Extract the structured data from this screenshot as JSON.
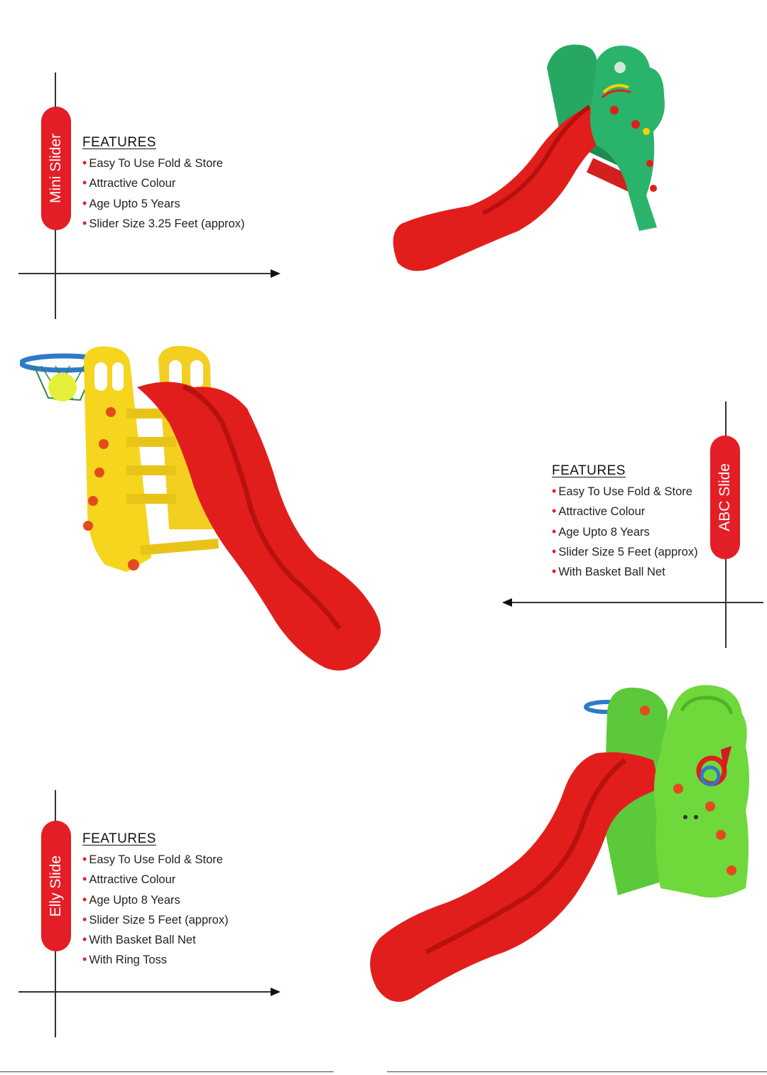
{
  "colors": {
    "accent": "#e41e26",
    "slide_red": "#e11b1b",
    "green": "#2eb36b",
    "yellow": "#f5d51d",
    "lime": "#6fd83b"
  },
  "products": [
    {
      "name": "Mini Slider",
      "features_heading": "FEATURES",
      "features": [
        "Easy To Use Fold & Store",
        "Attractive Colour",
        "Age Upto 5 Years",
        "Slider Size 3.25 Feet (approx)"
      ]
    },
    {
      "name": "ABC Slide",
      "features_heading": "FEATURES",
      "features": [
        "Easy To Use Fold & Store",
        "Attractive Colour",
        "Age Upto 8 Years",
        "Slider Size 5 Feet (approx)",
        "With Basket Ball Net"
      ]
    },
    {
      "name": "Elly Slide",
      "features_heading": "FEATURES",
      "features": [
        "Easy To Use Fold & Store",
        "Attractive Colour",
        "Age Upto 8 Years",
        "Slider Size 5 Feet (approx)",
        "With Basket Ball Net",
        "With Ring Toss"
      ]
    }
  ],
  "bullet_glyph": "•"
}
